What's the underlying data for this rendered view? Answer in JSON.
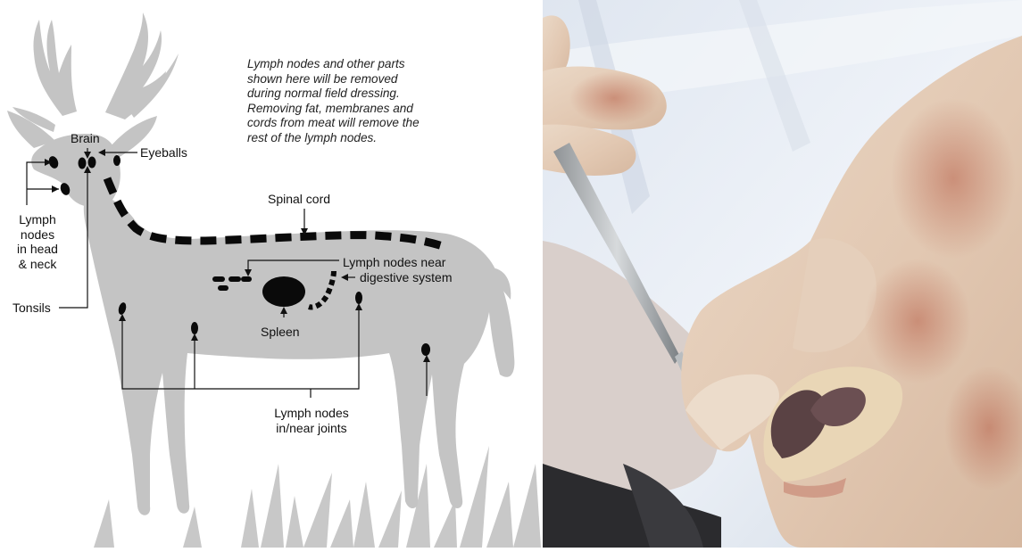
{
  "caption_lines": [
    "Lymph nodes and other parts",
    "shown here will be removed",
    "during normal field dressing.",
    "Removing fat, membranes and",
    "cords from meat will remove the",
    "rest of the lymph nodes."
  ],
  "labels": {
    "brain": "Brain",
    "eyeballs": "Eyeballs",
    "spinal_cord": "Spinal cord",
    "head_neck": [
      "Lymph",
      "nodes",
      "in head",
      "& neck"
    ],
    "tonsils": "Tonsils",
    "digestive": [
      "Lymph nodes near",
      "digestive system"
    ],
    "spleen": "Spleen",
    "joints": [
      "Lymph nodes",
      "in/near joints"
    ]
  },
  "colors": {
    "silhouette": "#c4c4c4",
    "marks": "#0a0a0a"
  }
}
